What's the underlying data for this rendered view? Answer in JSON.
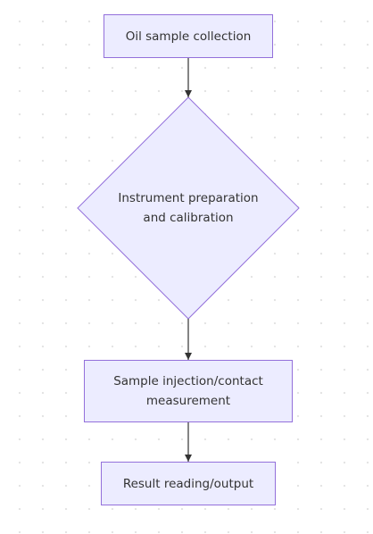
{
  "flowchart": {
    "nodes": {
      "collection": {
        "label": "Oil sample collection"
      },
      "preparation": {
        "label": "Instrument preparation\nand calibration"
      },
      "measurement": {
        "label": "Sample injection/contact\nmeasurement"
      },
      "result": {
        "label": "Result reading/output"
      }
    },
    "edges": [
      {
        "from": "collection",
        "to": "preparation"
      },
      {
        "from": "preparation",
        "to": "measurement"
      },
      {
        "from": "measurement",
        "to": "result"
      }
    ],
    "colors": {
      "node_fill": "#ececff",
      "node_stroke": "#9370db",
      "edge_stroke": "#333333",
      "text": "#333333"
    }
  }
}
